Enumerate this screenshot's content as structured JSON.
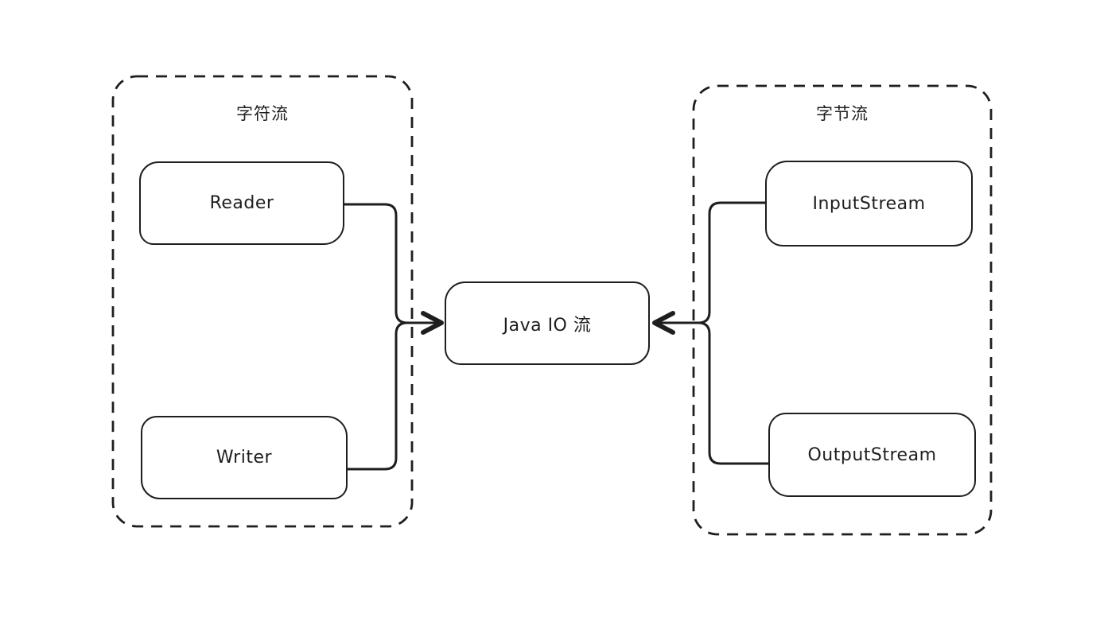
{
  "diagram": {
    "background_color": "#ffffff",
    "stroke_color": "#1e1e1e",
    "style": "hand-drawn",
    "center_node": {
      "label": "Java IO 流"
    },
    "groups": {
      "char_stream": {
        "label": "字符流",
        "border_style": "dashed",
        "nodes": {
          "reader": {
            "label": "Reader"
          },
          "writer": {
            "label": "Writer"
          }
        }
      },
      "byte_stream": {
        "label": "字节流",
        "border_style": "dashed",
        "nodes": {
          "input_stream": {
            "label": "InputStream"
          },
          "output_stream": {
            "label": "OutputStream"
          }
        }
      }
    },
    "edges": [
      {
        "from": "Reader",
        "to": "Java IO 流",
        "arrowhead": "triangle"
      },
      {
        "from": "Writer",
        "to": "Java IO 流",
        "arrowhead": "triangle"
      },
      {
        "from": "InputStream",
        "to": "Java IO 流",
        "arrowhead": "triangle"
      },
      {
        "from": "OutputStream",
        "to": "Java IO 流",
        "arrowhead": "triangle"
      }
    ]
  }
}
